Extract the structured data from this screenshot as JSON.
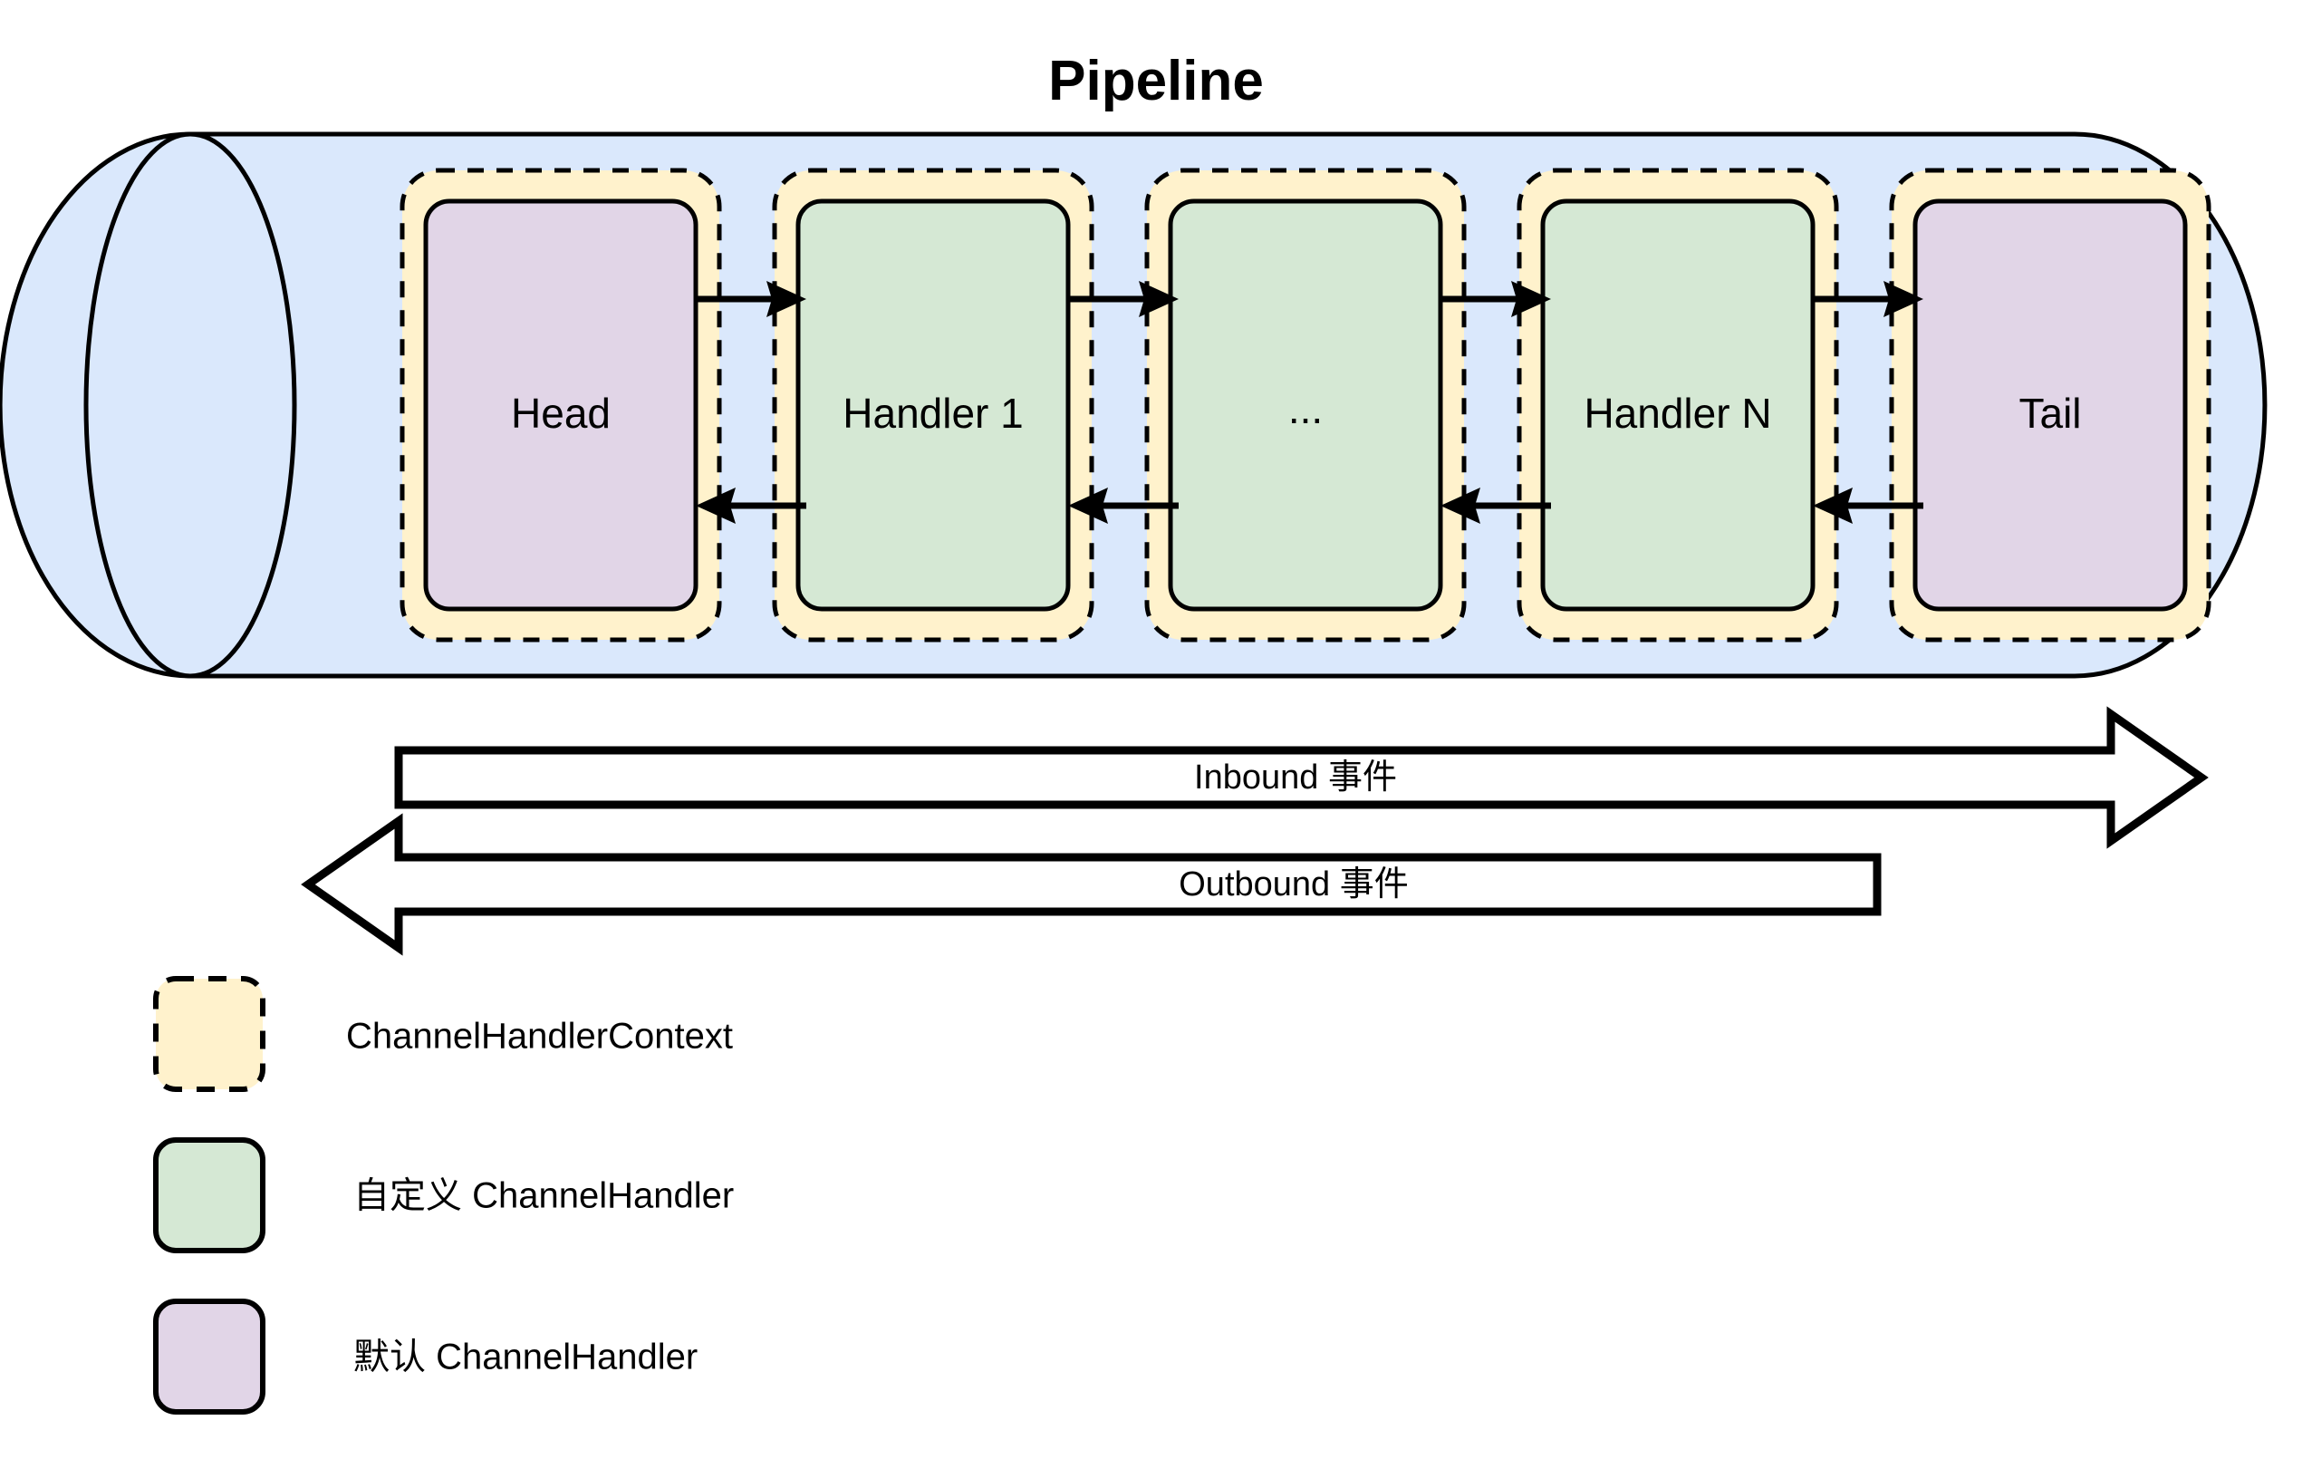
{
  "title": "Pipeline",
  "colors": {
    "pipeline_fill": "#dae8fc",
    "context_fill": "#fff2cc",
    "default_handler_fill": "#e1d5e7",
    "custom_handler_fill": "#d5e8d4",
    "stroke": "#000000",
    "background": "#ffffff"
  },
  "pipeline": {
    "container_name": "Pipeline",
    "stages": [
      {
        "label": "Head",
        "kind": "default"
      },
      {
        "label": "Handler 1",
        "kind": "custom"
      },
      {
        "label": "...",
        "kind": "custom"
      },
      {
        "label": "Handler N",
        "kind": "custom"
      },
      {
        "label": "Tail",
        "kind": "default"
      }
    ]
  },
  "flows": [
    {
      "id": "inbound",
      "label": "Inbound 事件",
      "direction": "right"
    },
    {
      "id": "outbound",
      "label": "Outbound 事件",
      "direction": "left"
    }
  ],
  "legend": [
    {
      "label": "ChannelHandlerContext",
      "swatch": "context"
    },
    {
      "label": "自定义 ChannelHandler",
      "swatch": "custom"
    },
    {
      "label": "默认 ChannelHandler",
      "swatch": "default"
    }
  ]
}
